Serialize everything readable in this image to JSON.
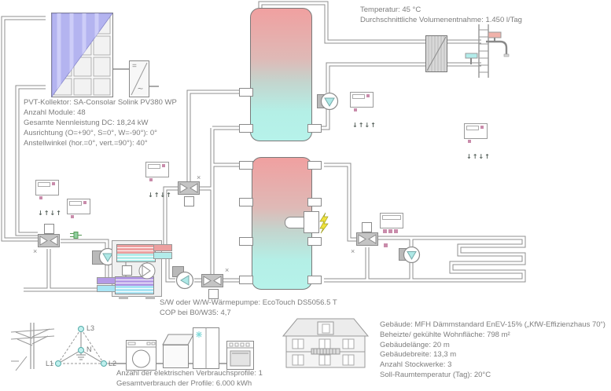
{
  "app": {
    "type": "solar-heatpump-system-schematic"
  },
  "labels": {
    "collector_info": {
      "lines": [
        "PVT-Kollektor: SA-Consolar Solink PV380 WP",
        "Anzahl Module: 48",
        "Gesamte Nennleistung DC: 18,24 kW",
        "Ausrichtung (O=+90°, S=0°, W=-90°): 0°",
        "Anstellwinkel (hor.=0°, vert.=90°): 40°"
      ]
    },
    "dhw_info": {
      "lines": [
        "Temperatur: 45 °C",
        "Durchschnittliche Volumenentnahme: 1.450 l/Tag"
      ]
    },
    "heat_pump_info": {
      "lines": [
        "S/W oder W/W-Wärmepumpe: EcoTouch DS5056.5 T",
        "COP bei B0/W35: 4,7"
      ]
    },
    "electric_info": {
      "lines": [
        "Anzahl der elektrischen Verbrauchsprofile: 1",
        "Gesamtverbrauch der Profile: 6.000 kWh"
      ]
    },
    "building_info": {
      "lines": [
        "Gebäude: MFH Dämmstandard EnEV-15% („KfW-Effizienzhaus 70“)",
        "Beheizte/ gekühlte Wohnfläche: 798 m²",
        "Gebäudelänge: 20 m",
        "Gebäudebreite: 13,3 m",
        "Anzahl Stockwerke: 3",
        "Soll-Raumtemperatur (Tag): 20°C"
      ]
    },
    "phase": {
      "l1": "L1",
      "l2": "L2",
      "l3": "L3",
      "n": "N"
    }
  },
  "ui": {
    "inverter_dc": "=",
    "inverter_ac": "~",
    "controller_arrows": "↓↑↓↑",
    "valve_mark": "×"
  },
  "components": [
    "pvt-collector",
    "inverter",
    "top-storage-tank",
    "lower-storage-tank",
    "heat-pump",
    "dhw-heat-exchanger",
    "tap-assembly",
    "cold-water-riser",
    "electric-heating-element",
    "pump",
    "three-way-valve",
    "floor-heating-loop",
    "controller",
    "power-grid-pylon",
    "three-phase-node",
    "washing-machine",
    "dishwasher",
    "refrigerator",
    "stove",
    "building"
  ],
  "colors": {
    "tank_hot": "#f0a0a0",
    "tank_cold": "#b6f2ea",
    "collector_blue": "#b4b4f0",
    "condenser_red": "#eda0a0",
    "evaporator_purple": "#b49ae6",
    "cyan": "#b2ecea",
    "heater_yellow": "#f0e23c",
    "controller_pink": "#c98cab",
    "tap_hot": "#f0b2aa",
    "tap_cold": "#b2ecea",
    "pipe_gray": "#8f8f8f",
    "text_gray": "#7d7d7d"
  }
}
